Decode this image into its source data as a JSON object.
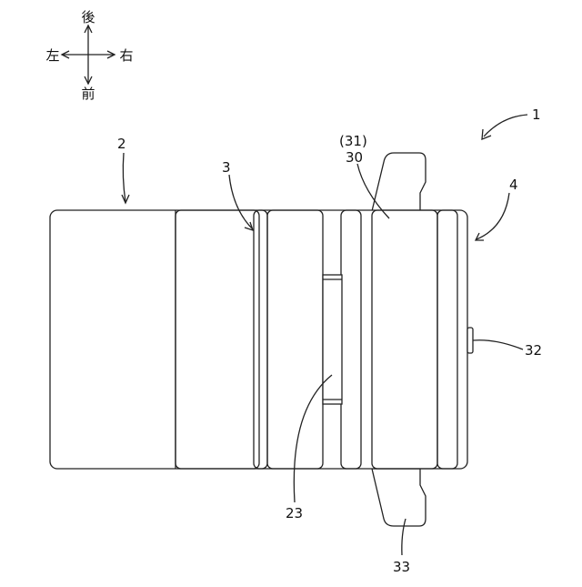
{
  "directions": {
    "back": "後",
    "front": "前",
    "left": "左",
    "right": "右"
  },
  "labels": {
    "device": "1",
    "part2": "2",
    "part3": "3",
    "part4": "4",
    "part23": "23",
    "part30": "30",
    "part31": "(31)",
    "part32": "32",
    "part33": "33"
  }
}
